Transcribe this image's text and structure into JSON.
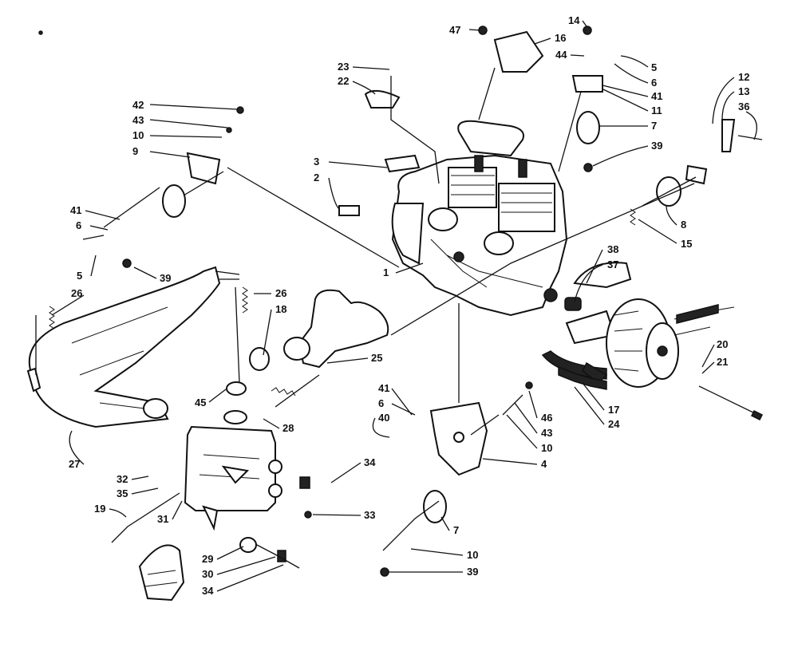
{
  "diagram": {
    "labels": [
      "47",
      "14",
      "16",
      "44",
      "5",
      "6",
      "41",
      "11",
      "7",
      "39",
      "23",
      "22",
      "12",
      "13",
      "36",
      "42",
      "43",
      "10",
      "9",
      "3",
      "2",
      "8",
      "15",
      "1",
      "38",
      "37",
      "20",
      "21",
      "17",
      "24",
      "26",
      "18",
      "25",
      "41",
      "6",
      "40",
      "46",
      "43",
      "10",
      "4",
      "7",
      "10",
      "39",
      "28",
      "45",
      "27",
      "34",
      "33",
      "32",
      "35",
      "19",
      "31",
      "29",
      "30",
      "34",
      "26",
      "5",
      "39",
      "41",
      "6"
    ]
  }
}
